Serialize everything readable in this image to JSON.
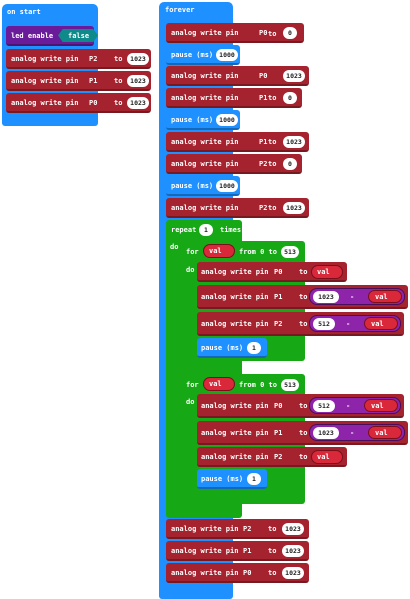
{
  "on_start": {
    "title": "on start",
    "led": {
      "label": "led enable",
      "value": "false"
    },
    "writes": [
      {
        "label": "analog write pin",
        "pin": "P2",
        "to": "to",
        "value": "1023"
      },
      {
        "label": "analog write pin",
        "pin": "P1",
        "to": "to",
        "value": "1023"
      },
      {
        "label": "analog write pin",
        "pin": "P0",
        "to": "to",
        "value": "1023"
      }
    ]
  },
  "forever": {
    "title": "forever",
    "pause_label": "pause (ms)",
    "pause_value": "1000",
    "group1": [
      {
        "label": "analog write pin",
        "pin": "P0",
        "to": "to",
        "value": "0"
      }
    ],
    "group2": [
      {
        "label": "analog write pin",
        "pin": "P0",
        "to": "to",
        "value": "1023"
      },
      {
        "label": "analog write pin",
        "pin": "P1",
        "to": "to",
        "value": "0"
      }
    ],
    "group3": [
      {
        "label": "analog write pin",
        "pin": "P1",
        "to": "to",
        "value": "1023"
      },
      {
        "label": "analog write pin",
        "pin": "P2",
        "to": "to",
        "value": "0"
      }
    ],
    "group4": [
      {
        "label": "analog write pin",
        "pin": "P2",
        "to": "to",
        "value": "1023"
      }
    ],
    "repeat": {
      "label": "repeat",
      "count": "1",
      "times": "times",
      "do": "do"
    },
    "for1": {
      "for": "for",
      "var": "val",
      "from": "from 0 to",
      "to_value": "513",
      "do": "do",
      "writes": [
        {
          "label": "analog write pin",
          "pin": "P0",
          "to": "to",
          "expr": "val"
        },
        {
          "label": "analog write pin",
          "pin": "P1",
          "to": "to",
          "num": "1023",
          "minus": "-",
          "var": "val"
        },
        {
          "label": "analog write pin",
          "pin": "P2",
          "to": "to",
          "num": "512",
          "minus": "-",
          "var": "val"
        }
      ],
      "pause_value": "1"
    },
    "for2": {
      "for": "for",
      "var": "val",
      "from": "from 0 to",
      "to_value": "513",
      "do": "do",
      "writes": [
        {
          "label": "analog write pin",
          "pin": "P0",
          "to": "to",
          "num": "512",
          "minus": "-",
          "var": "val"
        },
        {
          "label": "analog write pin",
          "pin": "P1",
          "to": "to",
          "num": "1023",
          "minus": "-",
          "var": "val"
        },
        {
          "label": "analog write pin",
          "pin": "P2",
          "to": "to",
          "expr": "val"
        }
      ],
      "pause_value": "1"
    },
    "final_writes": [
      {
        "label": "analog write pin",
        "pin": "P2",
        "to": "to",
        "value": "1023"
      },
      {
        "label": "analog write pin",
        "pin": "P1",
        "to": "to",
        "value": "1023"
      },
      {
        "label": "analog write pin",
        "pin": "P0",
        "to": "to",
        "value": "1023"
      }
    ]
  },
  "colors": {
    "pins": "#a4232e",
    "basic": "#1e90ff",
    "loops": "#17a816",
    "math": "#8e24aa",
    "variables": "#d8283a",
    "led": "#6a1b9a"
  }
}
